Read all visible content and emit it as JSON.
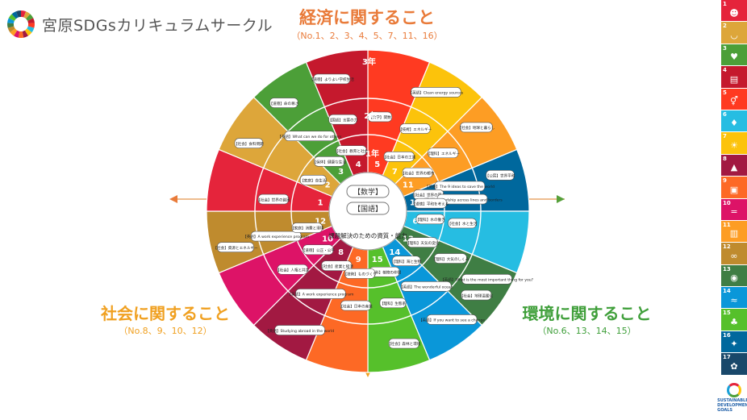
{
  "header": {
    "title": "宮原SDGsカリキュラムサークル",
    "logo_icon": "sdg-wheel-icon"
  },
  "sectors": {
    "economy": {
      "label": "経済に関すること",
      "numbers": "（No.1、2、3、4、5、7、11、16）",
      "color": "#e97b3a"
    },
    "society": {
      "label": "社会に関すること",
      "numbers": "（No.8、9、10、12）",
      "color": "#f0a020"
    },
    "environment": {
      "label": "環境に関すること",
      "numbers": "（No.6、13、14、15）",
      "color": "#3f9f3a"
    }
  },
  "wheel": {
    "grades": [
      "1年",
      "2年",
      "3年"
    ],
    "center_subjects": [
      "【数学】",
      "【国語】"
    ],
    "center_ring_text": "課題解決のための資質・能力",
    "goals": [
      {
        "n": 5,
        "color": "#ff3a21"
      },
      {
        "n": 7,
        "color": "#fcc30b"
      },
      {
        "n": 11,
        "color": "#fd9d24"
      },
      {
        "n": 16,
        "color": "#00689d"
      },
      {
        "n": 6,
        "color": "#26bde2"
      },
      {
        "n": 13,
        "color": "#3f7e44"
      },
      {
        "n": 14,
        "color": "#0a97d9"
      },
      {
        "n": 15,
        "color": "#56c02b"
      },
      {
        "n": 9,
        "color": "#fd6925"
      },
      {
        "n": 8,
        "color": "#a21942"
      },
      {
        "n": 10,
        "color": "#dd1367"
      },
      {
        "n": 12,
        "color": "#bf8b2e"
      },
      {
        "n": 1,
        "color": "#e5243b"
      },
      {
        "n": 2,
        "color": "#dda63a"
      },
      {
        "n": 3,
        "color": "#4c9f38"
      },
      {
        "n": 4,
        "color": "#c5192d"
      }
    ],
    "tags": [
      {
        "text": "【社会】地球と暮らし",
        "g": 2,
        "r": 2
      },
      {
        "text": "【理科】エネルギー",
        "g": 2,
        "r": 1
      },
      {
        "text": "【英語】Clean energy sources",
        "g": 1,
        "r": 2
      },
      {
        "text": "【技術】エネルギー",
        "g": 1,
        "r": 1
      },
      {
        "text": "【社会】日本の工業",
        "g": 1,
        "r": 0
      },
      {
        "text": "【社会】世界の都市",
        "g": 2,
        "r": 0
      },
      {
        "text": "【数学】関数",
        "g": 0,
        "r": 1
      },
      {
        "text": "【英語】The 9 ideas to save the world",
        "g": 3,
        "r": 1
      },
      {
        "text": "【公民】世界平和",
        "g": 3,
        "r": 2
      },
      {
        "text": "【社会】世界の国々",
        "g": 3,
        "r": 0
      },
      {
        "text": "【英語】Friendship across lines and borders",
        "g": 3,
        "r": 1
      },
      {
        "text": "【道徳】平和を考える",
        "g": 3,
        "r": 0
      },
      {
        "text": "【理科】水の働き",
        "g": 4,
        "r": 0
      },
      {
        "text": "【社会】水と生活",
        "g": 4,
        "r": 1
      },
      {
        "text": "【理科】天気の変化",
        "g": 5,
        "r": 0
      },
      {
        "text": "【理科】大気のしくみ",
        "g": 5,
        "r": 1
      },
      {
        "text": "【英語】What is the most important thing for you?",
        "g": 5,
        "r": 2
      },
      {
        "text": "【社会】地球温暖化",
        "g": 5,
        "r": 2
      },
      {
        "text": "【英語】The wonderful ocean",
        "g": 6,
        "r": 1
      },
      {
        "text": "【理科】海と生物",
        "g": 6,
        "r": 0
      },
      {
        "text": "【英語】If you want to see a change",
        "g": 6,
        "r": 2
      },
      {
        "text": "【理科】植物の仲間",
        "g": 7,
        "r": 0
      },
      {
        "text": "【理科】生態系",
        "g": 7,
        "r": 1
      },
      {
        "text": "【社会】森林と環境",
        "g": 7,
        "r": 2
      },
      {
        "text": "【英語】A work experience program",
        "g": 9,
        "r": 1
      },
      {
        "text": "【社会】産業と経済",
        "g": 9,
        "r": 0
      },
      {
        "text": "【技術】ものづくり",
        "g": 8,
        "r": 0
      },
      {
        "text": "【社会】日本の産業",
        "g": 8,
        "r": 1
      },
      {
        "text": "【英語】Studying abroad in the world",
        "g": 9,
        "r": 2
      },
      {
        "text": "【道徳】公正・公平",
        "g": 10,
        "r": 0
      },
      {
        "text": "【社会】人権と共生",
        "g": 10,
        "r": 1
      },
      {
        "text": "【英語】A work experience program",
        "g": 11,
        "r": 1
      },
      {
        "text": "【家庭】消費と環境",
        "g": 11,
        "r": 0
      },
      {
        "text": "【社会】資源とエネルギー",
        "g": 11,
        "r": 2
      },
      {
        "text": "【社会】世界の貧困",
        "g": 12,
        "r": 1
      },
      {
        "text": "【家庭】食生活",
        "g": 13,
        "r": 0
      },
      {
        "text": "【社会】食料問題",
        "g": 13,
        "r": 2
      },
      {
        "text": "【保体】健康な生活",
        "g": 14,
        "r": 0
      },
      {
        "text": "【英語】What can we do for others",
        "g": 14,
        "r": 1
      },
      {
        "text": "【道徳】命の尊さ",
        "g": 14,
        "r": 2
      },
      {
        "text": "【社会】教育と社会",
        "g": 15,
        "r": 0
      },
      {
        "text": "【国語】言葉の力",
        "g": 15,
        "r": 1
      },
      {
        "text": "【道徳】よりよい学校生活",
        "g": 15,
        "r": 2
      }
    ]
  },
  "sidebar": {
    "goals": [
      {
        "n": 1,
        "color": "#e5243b",
        "icon": "people-icon",
        "glyph": "☻"
      },
      {
        "n": 2,
        "color": "#dda63a",
        "icon": "bowl-icon",
        "glyph": "◡"
      },
      {
        "n": 3,
        "color": "#4c9f38",
        "icon": "heartbeat-icon",
        "glyph": "♥"
      },
      {
        "n": 4,
        "color": "#c5192d",
        "icon": "book-icon",
        "glyph": "▤"
      },
      {
        "n": 5,
        "color": "#ff3a21",
        "icon": "gender-icon",
        "glyph": "⚥"
      },
      {
        "n": 6,
        "color": "#26bde2",
        "icon": "water-drop-icon",
        "glyph": "♦"
      },
      {
        "n": 7,
        "color": "#fcc30b",
        "icon": "sun-icon",
        "glyph": "☀"
      },
      {
        "n": 8,
        "color": "#a21942",
        "icon": "growth-chart-icon",
        "glyph": "▲"
      },
      {
        "n": 9,
        "color": "#fd6925",
        "icon": "cubes-icon",
        "glyph": "▣"
      },
      {
        "n": 10,
        "color": "#dd1367",
        "icon": "equality-icon",
        "glyph": "="
      },
      {
        "n": 11,
        "color": "#fd9d24",
        "icon": "city-icon",
        "glyph": "▥"
      },
      {
        "n": 12,
        "color": "#bf8b2e",
        "icon": "infinity-icon",
        "glyph": "∞"
      },
      {
        "n": 13,
        "color": "#3f7e44",
        "icon": "eye-globe-icon",
        "glyph": "◉"
      },
      {
        "n": 14,
        "color": "#0a97d9",
        "icon": "fish-icon",
        "glyph": "≈"
      },
      {
        "n": 15,
        "color": "#56c02b",
        "icon": "tree-icon",
        "glyph": "♣"
      },
      {
        "n": 16,
        "color": "#00689d",
        "icon": "dove-icon",
        "glyph": "✦"
      },
      {
        "n": 17,
        "color": "#19486a",
        "icon": "flower-ring-icon",
        "glyph": "✿"
      }
    ],
    "goals_logo_text": "SUSTAINABLE DEVELOPMENT GOALS"
  }
}
